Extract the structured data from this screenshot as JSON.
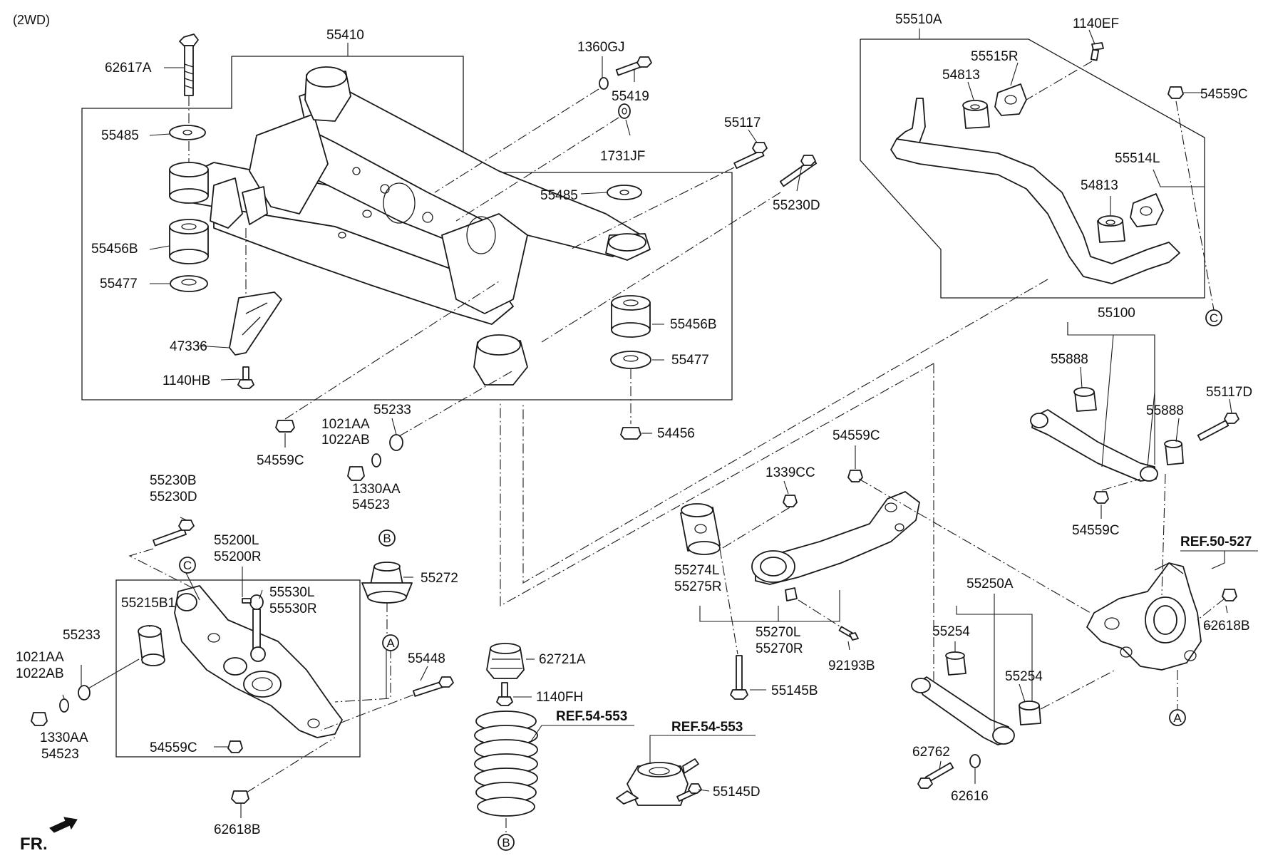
{
  "header": {
    "drive_type": "(2WD)"
  },
  "labels": {
    "l62617A": "62617A",
    "l55410": "55410",
    "l1360GJ": "1360GJ",
    "l55419": "55419",
    "l1731JF": "1731JF",
    "l55117": "55117",
    "l55485a": "55485",
    "l55485b": "55485",
    "l55230D": "55230D",
    "l55456Ba": "55456B",
    "l55456Bb": "55456B",
    "l55477a": "55477",
    "l55477b": "55477",
    "l47336": "47336",
    "l1140HB": "1140HB",
    "l55233a": "55233",
    "l1021AAa": "1021AA",
    "l1022ABa": "1022AB",
    "l54559Ca": "54559C",
    "l1330AAa": "1330AA",
    "l54523a": "54523",
    "l54456": "54456",
    "l55510A": "55510A",
    "l1140EF": "1140EF",
    "l55515R": "55515R",
    "l54813a": "54813",
    "l54813b": "54813",
    "l54559Cb": "54559C",
    "l55514L": "55514L",
    "l55100": "55100",
    "l55888a": "55888",
    "l55888b": "55888",
    "l55117D": "55117D",
    "l54559Cc": "54559C",
    "l54559Cd": "54559C",
    "l1339CC": "1339CC",
    "l55274L": "55274L",
    "l55275R": "55275R",
    "l55270L": "55270L",
    "l55270R": "55270R",
    "l92193B": "92193B",
    "l55145B": "55145B",
    "l55250A": "55250A",
    "l55254a": "55254",
    "l55254b": "55254",
    "l62618Ba": "62618B",
    "l62762": "62762",
    "l62616": "62616",
    "l55230B": "55230B",
    "l55230D2": "55230D",
    "l55200L": "55200L",
    "l55200R": "55200R",
    "l55272": "55272",
    "l55215B1": "55215B1",
    "l55530L": "55530L",
    "l55530R": "55530R",
    "l55233b": "55233",
    "l1021AAb": "1021AA",
    "l1022ABb": "1022AB",
    "l1330AAb": "1330AA",
    "l54523b": "54523",
    "l55448": "55448",
    "l54559Ce": "54559C",
    "l62618Bb": "62618B",
    "l62721A": "62721A",
    "l1140FH": "1140FH",
    "l55145D": "55145D"
  },
  "references": {
    "r50527": "REF.50-527",
    "r54553a": "REF.54-553",
    "r54553b": "REF.54-553"
  },
  "callouts": {
    "A": "A",
    "B": "B",
    "C": "C"
  },
  "orientation": {
    "front_label": "FR."
  }
}
